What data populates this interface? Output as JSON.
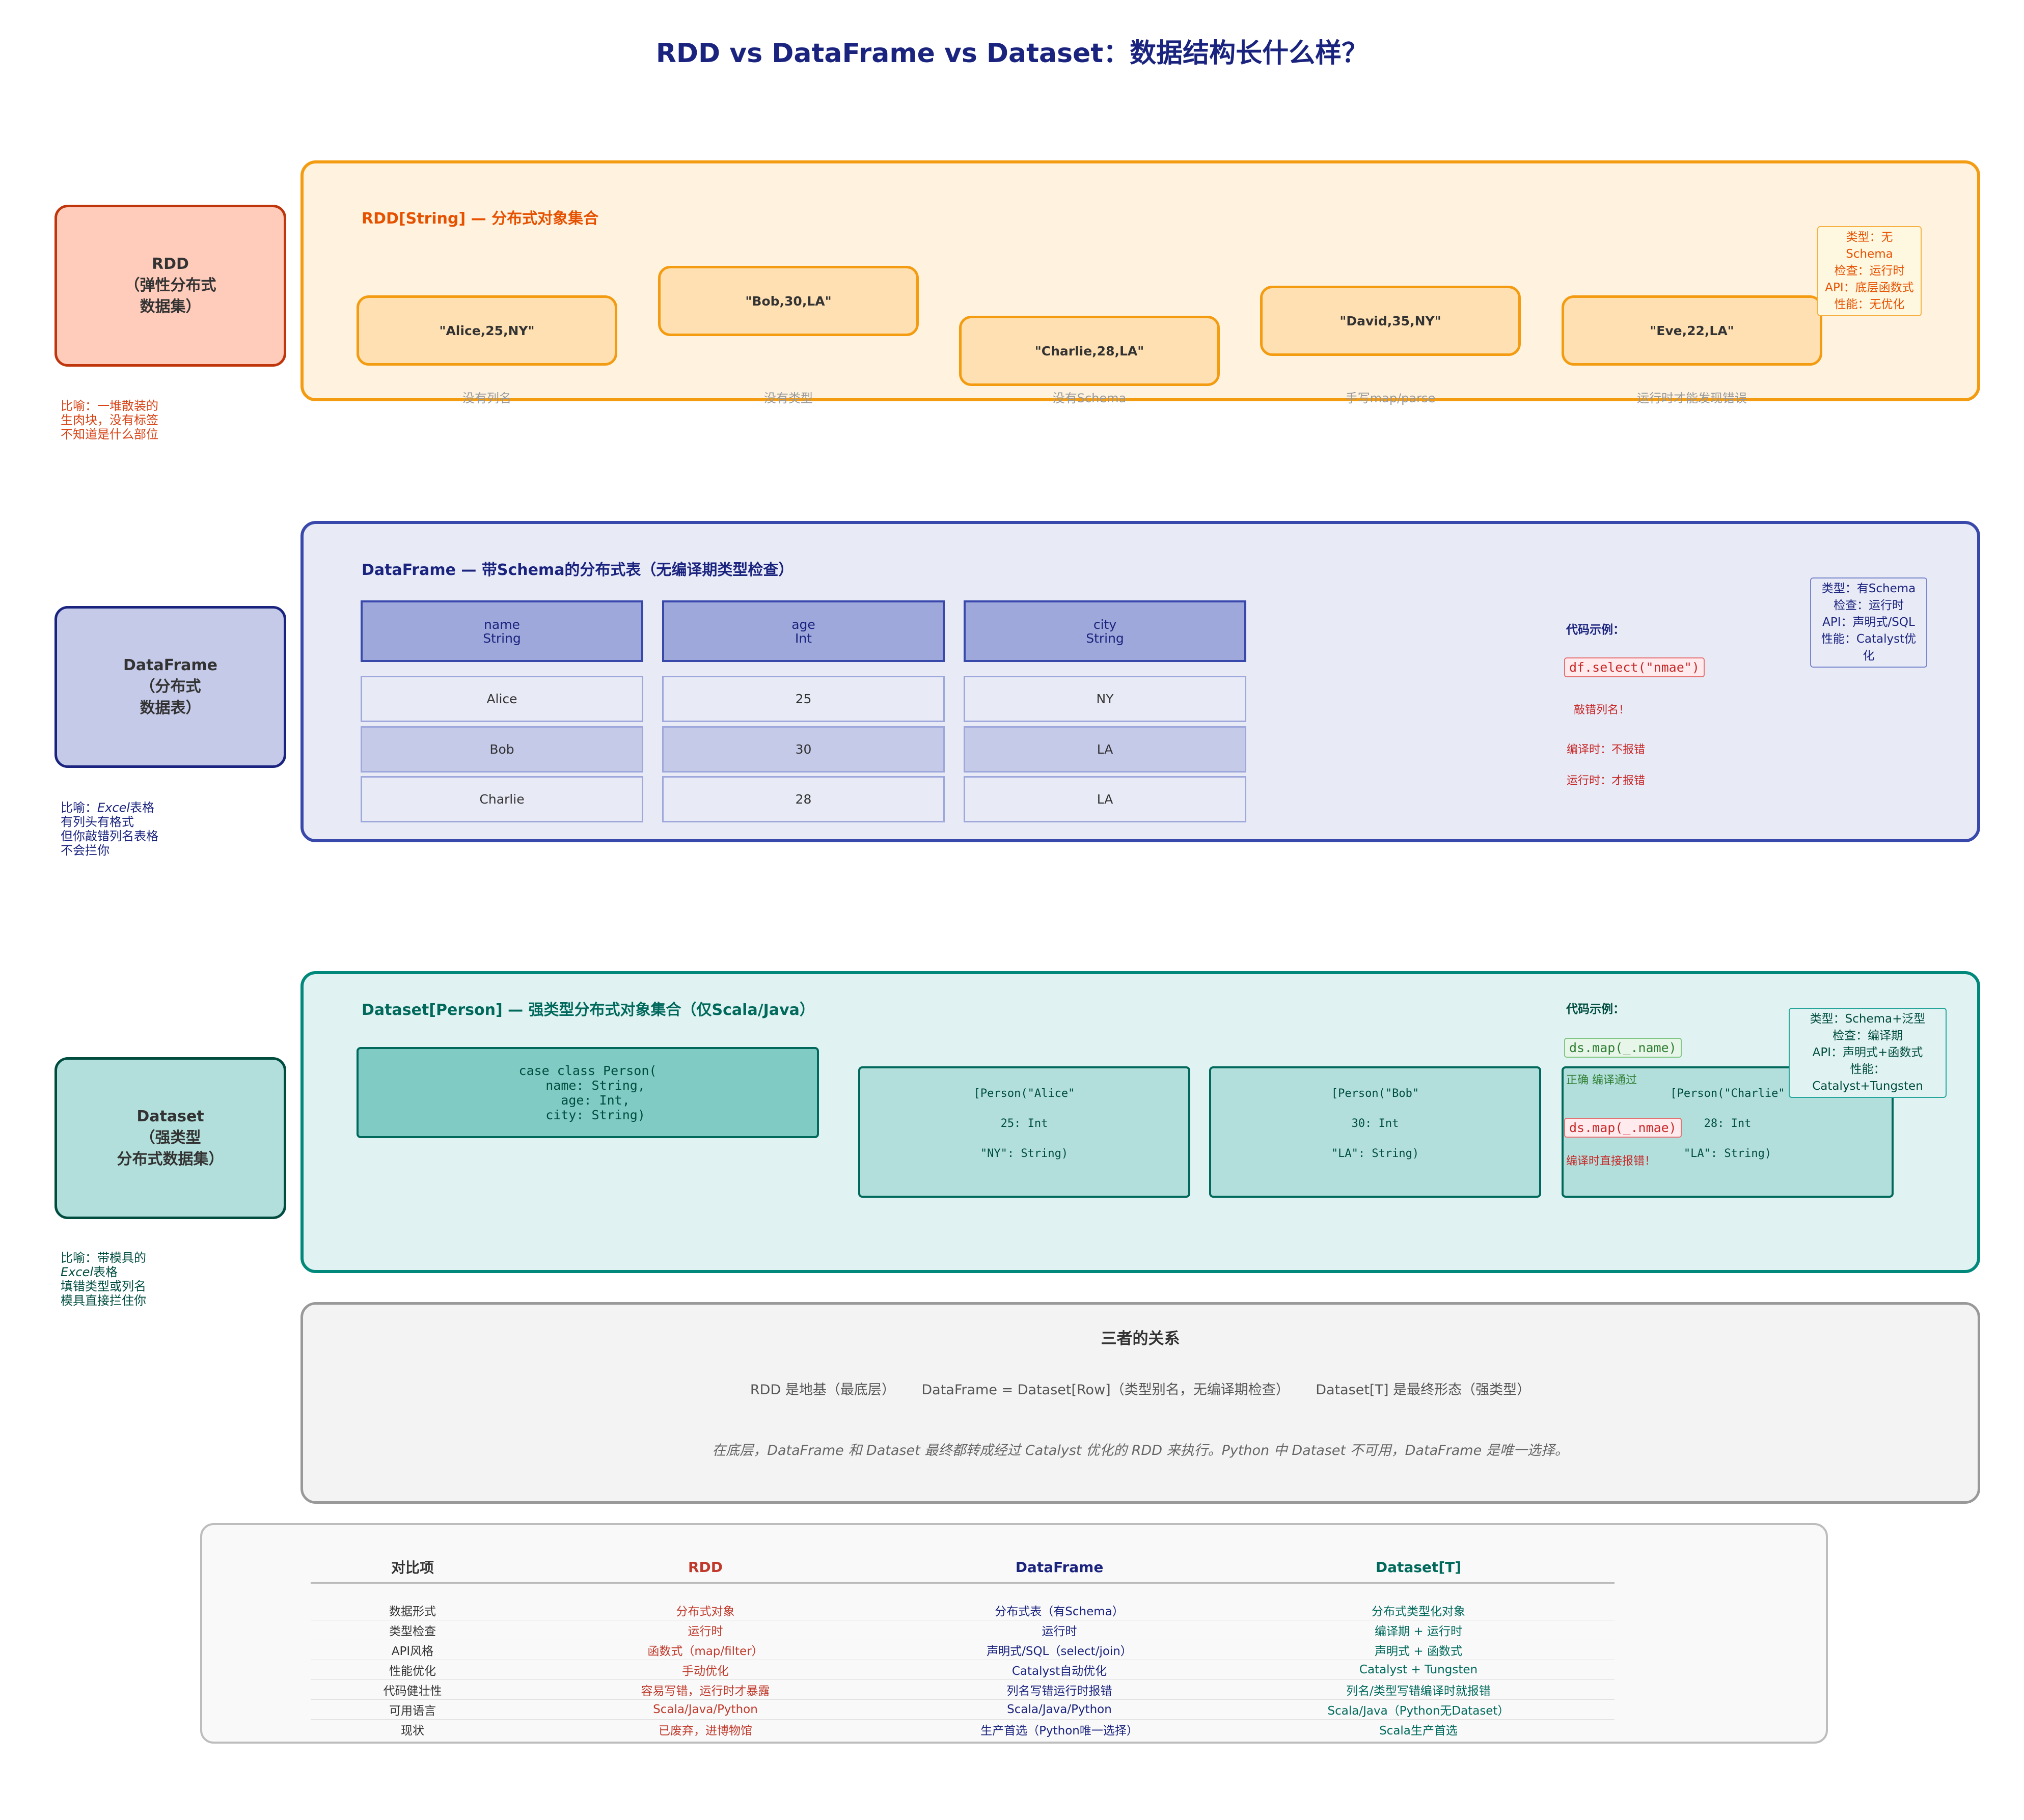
{
  "title": "RDD vs DataFrame vs Dataset：数据结构长什么样？",
  "rdd": {
    "side_label": "RDD\n（弹性分布式\n数据集）",
    "analogy": "比喻：一堆散装的\n生肉块，没有标签\n不知道是什么部位",
    "panel_title": "RDD[String] — 分布式对象集合",
    "records": [
      "\"Alice,25,NY\"",
      "\"Bob,30,LA\"",
      "\"Charlie,28,LA\"",
      "\"David,35,NY\"",
      "\"Eve,22,LA\""
    ],
    "hints": [
      "没有列名",
      "没有类型",
      "没有Schema",
      "手写map/parse",
      "运行时才能发现错误"
    ],
    "info": "类型：无Schema\n检查：运行时\nAPI：底层函数式\n性能：无优化"
  },
  "dataframe": {
    "side_label": "DataFrame\n（分布式\n数据表）",
    "analogy_prefix": "比喻：",
    "analogy_excel": "Excel",
    "analogy_rest": "表格\n有列头有格式\n但你敲错列名表格\n不会拦你",
    "panel_title": "DataFrame — 带Schema的分布式表（无编译期类型检查）",
    "columns": [
      "name\nString",
      "age\nInt",
      "city\nString"
    ],
    "rows": [
      [
        "Alice",
        "25",
        "NY"
      ],
      [
        "Bob",
        "30",
        "LA"
      ],
      [
        "Charlie",
        "28",
        "LA"
      ]
    ],
    "code_label": "代码示例：",
    "code": "df.select(\"nmae\")",
    "code_note": "敲错列名！",
    "compile_note": "编译时：不报错",
    "runtime_note": "运行时：才报错",
    "info": "类型：有Schema\n检查：运行时\nAPI：声明式/SQL\n性能：Catalyst优化"
  },
  "dataset": {
    "side_label": "Dataset\n（强类型\n分布式数据集）",
    "analogy_line1": "比喻：带模具的",
    "analogy_excel": "Excel",
    "analogy_rest": "表格\n填错类型或列名\n模具直接拦住你",
    "panel_title": "Dataset[Person] — 强类型分布式对象集合（仅Scala/Java）",
    "case_class": "case class Person(\n  name: String,\n  age: Int,\n  city: String)",
    "objects": [
      "[Person(\"Alice\"\n25: Int\n\"NY\": String)",
      "[Person(\"Bob\"\n30: Int\n\"LA\": String)",
      "[Person(\"Charlie\"\n28: Int\n\"LA\": String)"
    ],
    "code_label": "代码示例：",
    "code_ok": "ds.map(_.name)",
    "ok_note": "正确 编译通过",
    "code_bad": "ds.map(_.nmae)",
    "bad_note": "编译时直接报错！",
    "info": "类型：Schema+泛型\n检查：编译期\nAPI：声明式+函数式\n性能：Catalyst+Tungsten"
  },
  "relation": {
    "title": "三者的关系",
    "line1": [
      "RDD 是地基（最底层）",
      "DataFrame = Dataset[Row]（类型别名，无编译期检查）",
      "Dataset[T] 是最终形态（强类型）"
    ],
    "line2": "在底层，DataFrame 和 Dataset 最终都转成经过 Catalyst 优化的 RDD 来执行。Python 中 Dataset 不可用，DataFrame 是唯一选择。"
  },
  "table": {
    "headers": [
      "对比项",
      "RDD",
      "DataFrame",
      "Dataset[T]"
    ],
    "rows": [
      [
        "数据形式",
        "分布式对象",
        "分布式表（有Schema）",
        "分布式类型化对象"
      ],
      [
        "类型检查",
        "运行时",
        "运行时",
        "编译期 + 运行时"
      ],
      [
        "API风格",
        "函数式（map/filter）",
        "声明式/SQL（select/join）",
        "声明式 + 函数式"
      ],
      [
        "性能优化",
        "手动优化",
        "Catalyst自动优化",
        "Catalyst + Tungsten"
      ],
      [
        "代码健壮性",
        "容易写错，运行时才暴露",
        "列名写错运行时报错",
        "列名/类型写错编译时就报错"
      ],
      [
        "可用语言",
        "Scala/Java/Python",
        "Scala/Java/Python",
        "Scala/Java（Python无Dataset）"
      ],
      [
        "现状",
        "已废弃，进博物馆",
        "生产首选（Python唯一选择）",
        "Scala生产首选"
      ]
    ]
  },
  "colors": {
    "title": "#1a237e",
    "rdd_accent": "#f39c12",
    "rdd_text": "#e65100",
    "dataframe_accent": "#3949ab",
    "dataset_accent": "#00897b",
    "error": "#c62828"
  }
}
